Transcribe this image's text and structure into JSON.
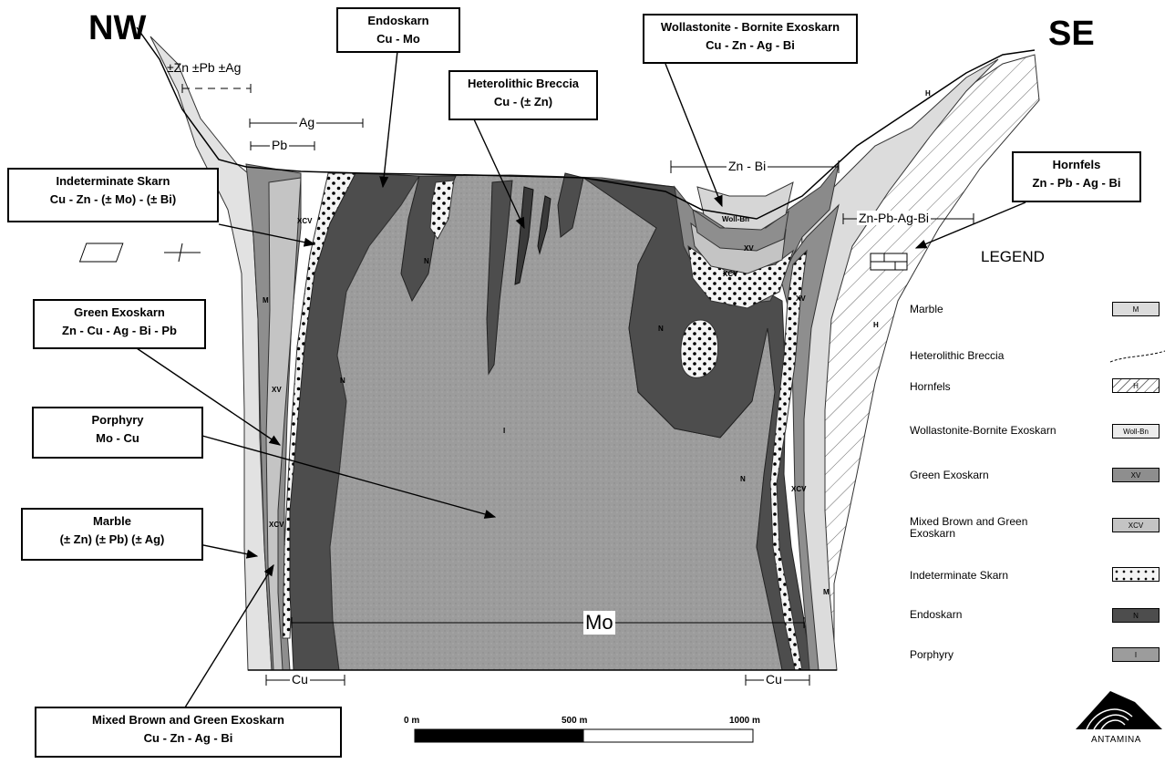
{
  "directions": {
    "nw": "NW",
    "se": "SE"
  },
  "callouts": {
    "endoskarn": {
      "title": "Endoskarn",
      "metals": "Cu - Mo"
    },
    "wollastonite": {
      "title": "Wollastonite - Bornite Exoskarn",
      "metals": "Cu - Zn - Ag - Bi"
    },
    "breccia": {
      "title": "Heterolithic Breccia",
      "metals": "Cu - (± Zn)"
    },
    "indeterminate": {
      "title": "Indeterminate Skarn",
      "metals": "Cu - Zn - (± Mo) - (± Bi)"
    },
    "hornfels": {
      "title": "Hornfels",
      "metals": "Zn - Pb - Ag - Bi"
    },
    "green": {
      "title": "Green Exoskarn",
      "metals": "Zn - Cu - Ag - Bi - Pb"
    },
    "porphyry": {
      "title": "Porphyry",
      "metals": "Mo - Cu"
    },
    "marble": {
      "title": "Marble",
      "metals": "(± Zn) (± Pb) (± Ag)"
    },
    "mixed": {
      "title": "Mixed Brown and Green Exoskarn",
      "metals": "Cu - Zn - Ag - Bi"
    }
  },
  "zone_labels": {
    "znpbag": "±Zn ±Pb ±Ag",
    "ag": "Ag",
    "pb": "Pb",
    "znbi": "Zn - Bi",
    "znpbagbi": "Zn-Pb-Ag-Bi",
    "mo": "Mo",
    "cu_left": "Cu",
    "cu_right": "Cu"
  },
  "unit_codes": {
    "m": "M",
    "xv": "XV",
    "xcv": "XCV",
    "n": "N",
    "i": "I",
    "h": "H",
    "wollbn": "Woll-Bn"
  },
  "legend": {
    "title": "LEGEND",
    "items": [
      {
        "label": "Marble",
        "code": "M"
      },
      {
        "label": "Heterolithic Breccia",
        "code": ""
      },
      {
        "label": "Hornfels",
        "code": "H"
      },
      {
        "label": "Wollastonite-Bornite Exoskarn",
        "code": "Woll-Bn"
      },
      {
        "label": "Green Exoskarn",
        "code": "XV"
      },
      {
        "label": "Mixed Brown and Green Exoskarn",
        "code": "XCV"
      },
      {
        "label": "Indeterminate Skarn",
        "code": ""
      },
      {
        "label": "Endoskarn",
        "code": "N"
      },
      {
        "label": "Porphyry",
        "code": "I"
      }
    ]
  },
  "scale": {
    "start": "0 m",
    "mid": "500 m",
    "end": "1000 m"
  },
  "logo": {
    "text": "ANTAMINA"
  },
  "colors": {
    "porphyry": "#9a9a9a",
    "endoskarn": "#4d4d4d",
    "green_exoskarn": "#8e8e8e",
    "mixed_exoskarn": "#c2c2c2",
    "marble": "#dcdcdc",
    "indeterminate": "#f2f2f2"
  }
}
